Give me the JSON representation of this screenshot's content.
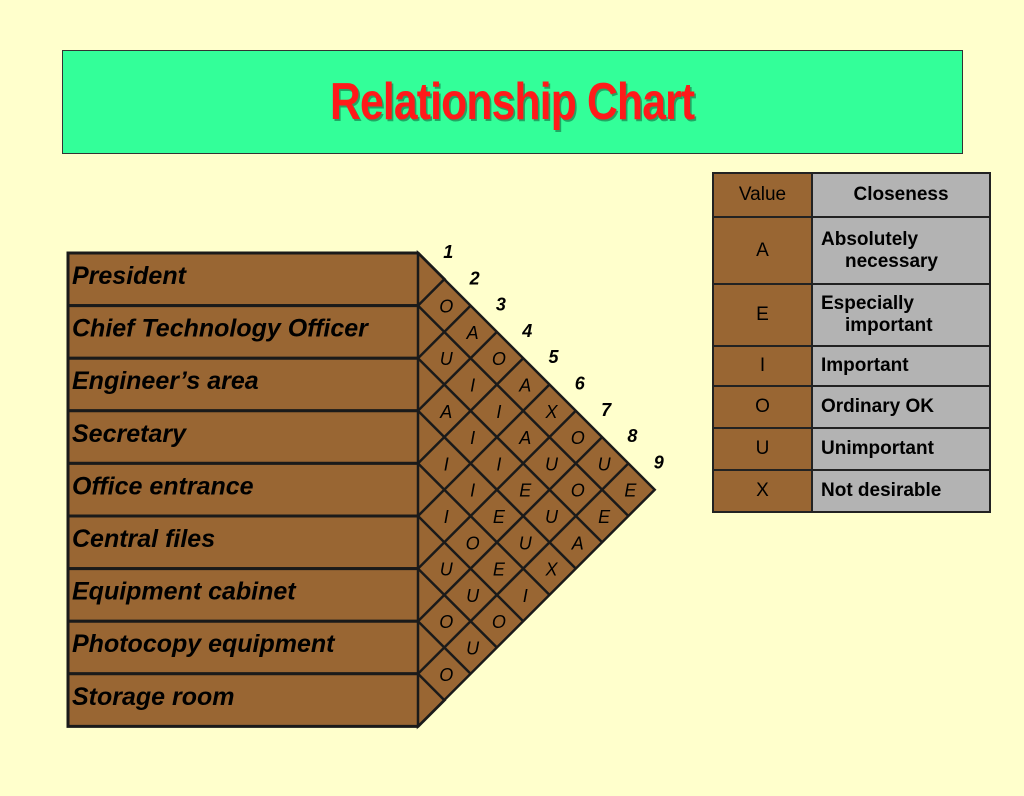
{
  "title": "Relationship Chart",
  "colors": {
    "background": "#FFFFCC",
    "title_bg": "#33FF99",
    "title_text": "#FF1A1A",
    "band": "#996633",
    "band_border": "#1A1A1A",
    "legend_value_bg": "#996633",
    "legend_closeness_bg": "#B3B3B3"
  },
  "departments": [
    "President",
    "Chief Technology Officer",
    "Engineer’s area",
    "Secretary",
    "Office entrance",
    "Central files",
    "Equipment cabinet",
    "Photocopy equipment",
    "Storage room"
  ],
  "column_numbers": [
    "1",
    "2",
    "3",
    "4",
    "5",
    "6",
    "7",
    "8",
    "9"
  ],
  "relationships": [
    [
      "O",
      "A",
      "O",
      "A",
      "X",
      "O",
      "U",
      "E"
    ],
    [
      "U",
      "I",
      "I",
      "A",
      "U",
      "O",
      "E"
    ],
    [
      "A",
      "I",
      "I",
      "E",
      "U",
      "A"
    ],
    [
      "I",
      "I",
      "E",
      "U",
      "X"
    ],
    [
      "I",
      "O",
      "E",
      "I"
    ],
    [
      "U",
      "U",
      "O"
    ],
    [
      "O",
      "U"
    ],
    [
      "O"
    ]
  ],
  "legend": {
    "header": {
      "value": "Value",
      "closeness": "Closeness"
    },
    "rows": [
      {
        "value": "A",
        "line1": "Absolutely",
        "line2": "necessary"
      },
      {
        "value": "E",
        "line1": "Especially",
        "line2": "important"
      },
      {
        "value": "I",
        "line1": "Important",
        "line2": ""
      },
      {
        "value": "O",
        "line1": "Ordinary OK",
        "line2": ""
      },
      {
        "value": "U",
        "line1": "Unimportant",
        "line2": ""
      },
      {
        "value": "X",
        "line1": "Not desirable",
        "line2": ""
      }
    ]
  }
}
